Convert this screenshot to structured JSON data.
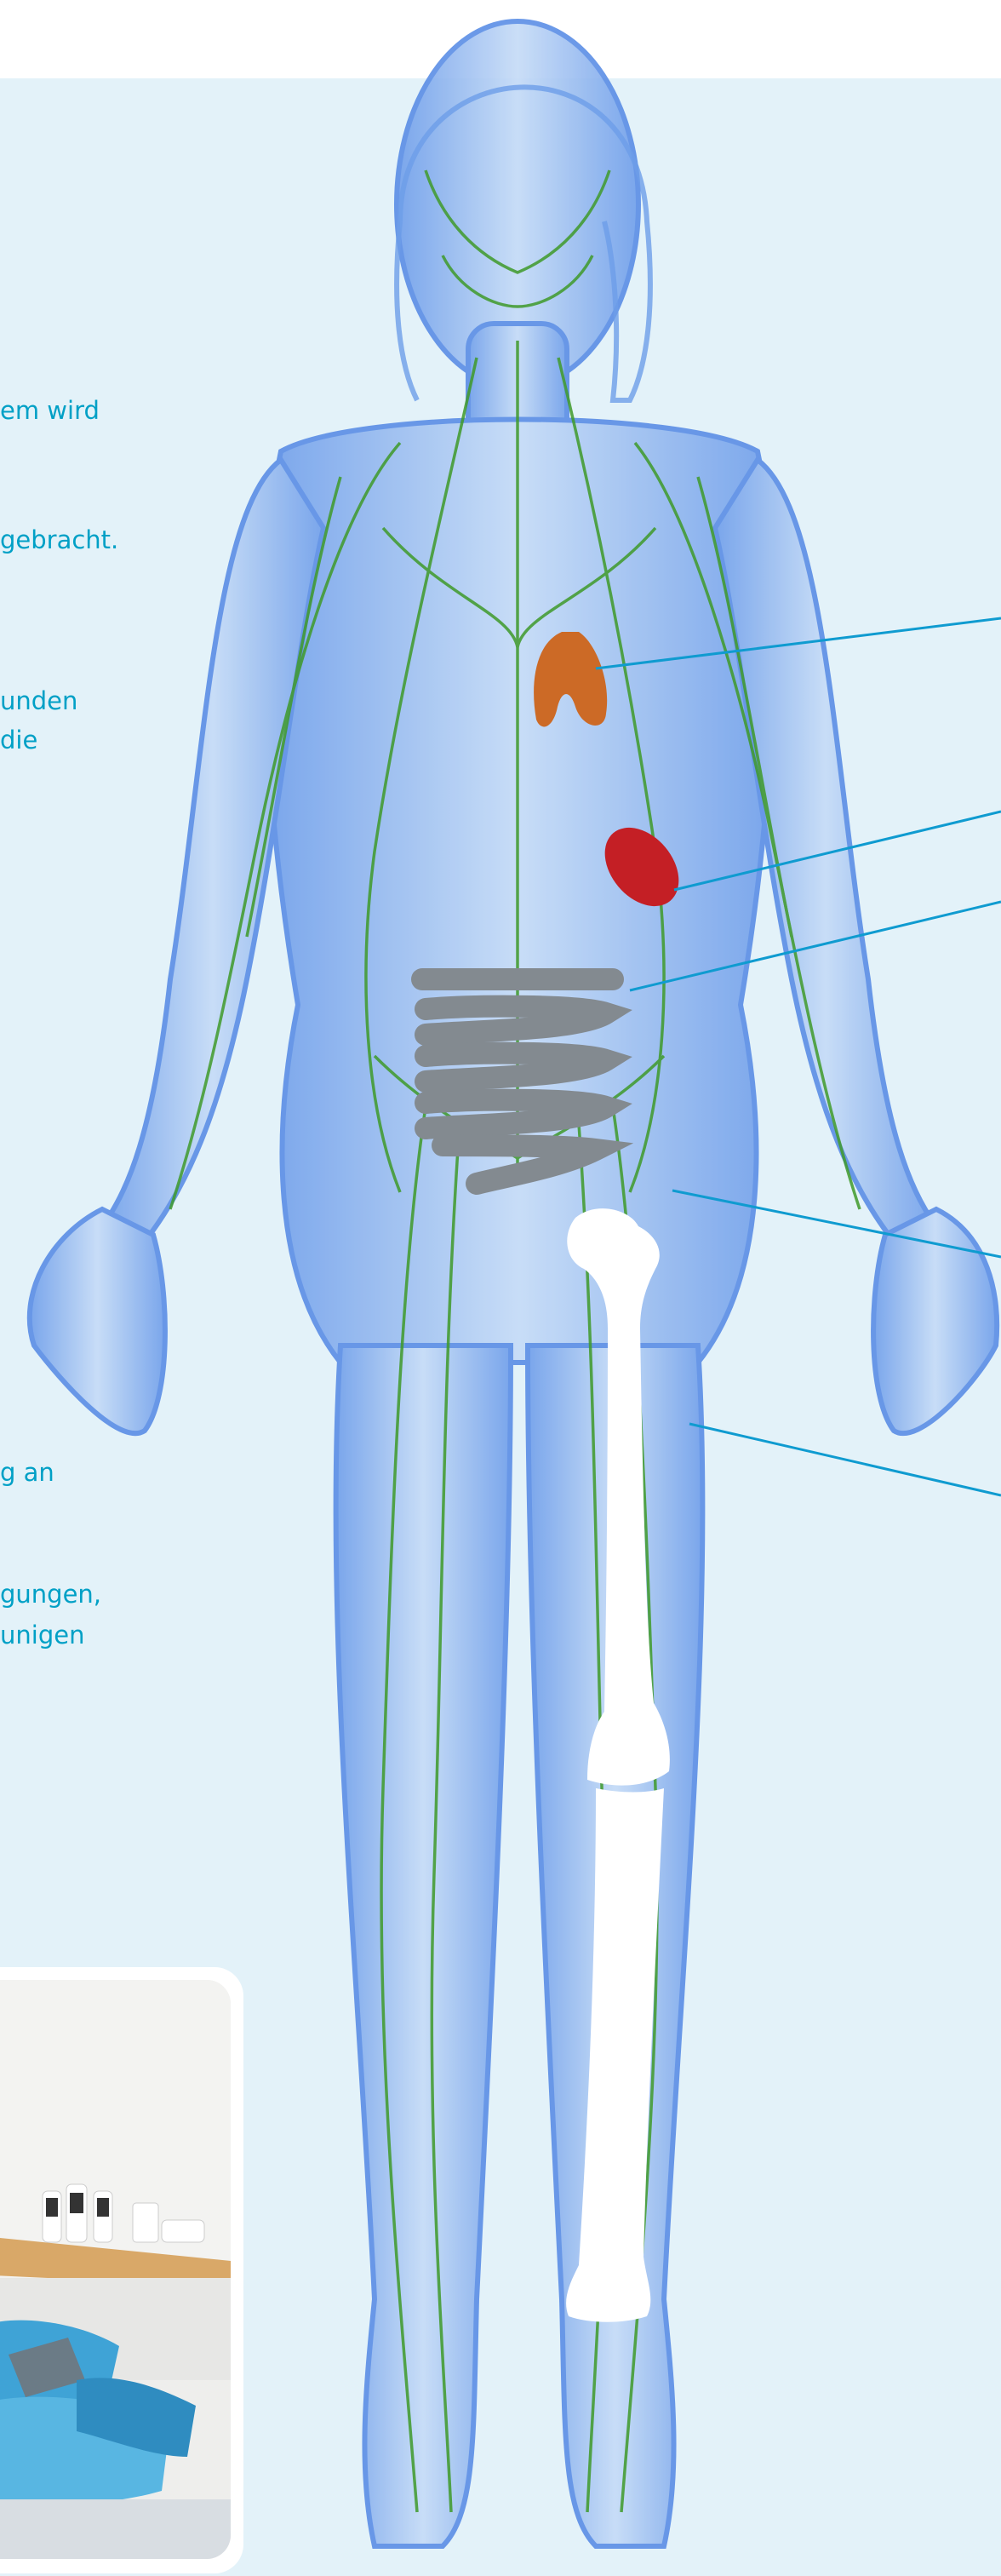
{
  "intro_lines": [
    "em wird",
    "gebracht.",
    "unden",
    "die"
  ],
  "lower_lines": [
    "g an",
    "gungen,",
    "unigen"
  ],
  "colors": {
    "background": "#e3f2f9",
    "text": "#00a0c6",
    "body": "#8fb6f2",
    "lymph": "#3f9a2a",
    "thymus": "#cc6a26",
    "spleen": "#c41f25",
    "intestine": "#838a90",
    "bone": "#ffffff",
    "callout_line": "#0f9bd0"
  },
  "icons": {
    "anatomy": "lymphatic-system-figure",
    "photo": "lymph-drainage-treatment-photo"
  }
}
